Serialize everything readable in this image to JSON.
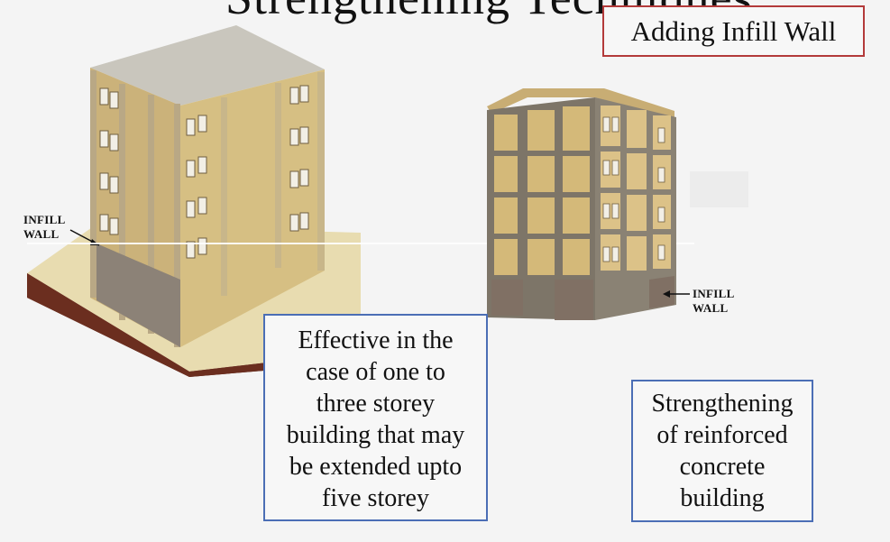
{
  "title_fragment": "Strengthening Techniques",
  "infill_heading": "Adding Infill Wall",
  "label_left": {
    "line1": "INFILL",
    "line2": "WALL"
  },
  "label_right": {
    "line1": "INFILL",
    "line2": "WALL"
  },
  "note_left": [
    "Effective in the",
    "case of one to",
    "three storey",
    "building that may",
    "be extended upto",
    "five storey"
  ],
  "note_right": [
    "Strengthening",
    "of reinforced",
    "concrete",
    "building"
  ]
}
